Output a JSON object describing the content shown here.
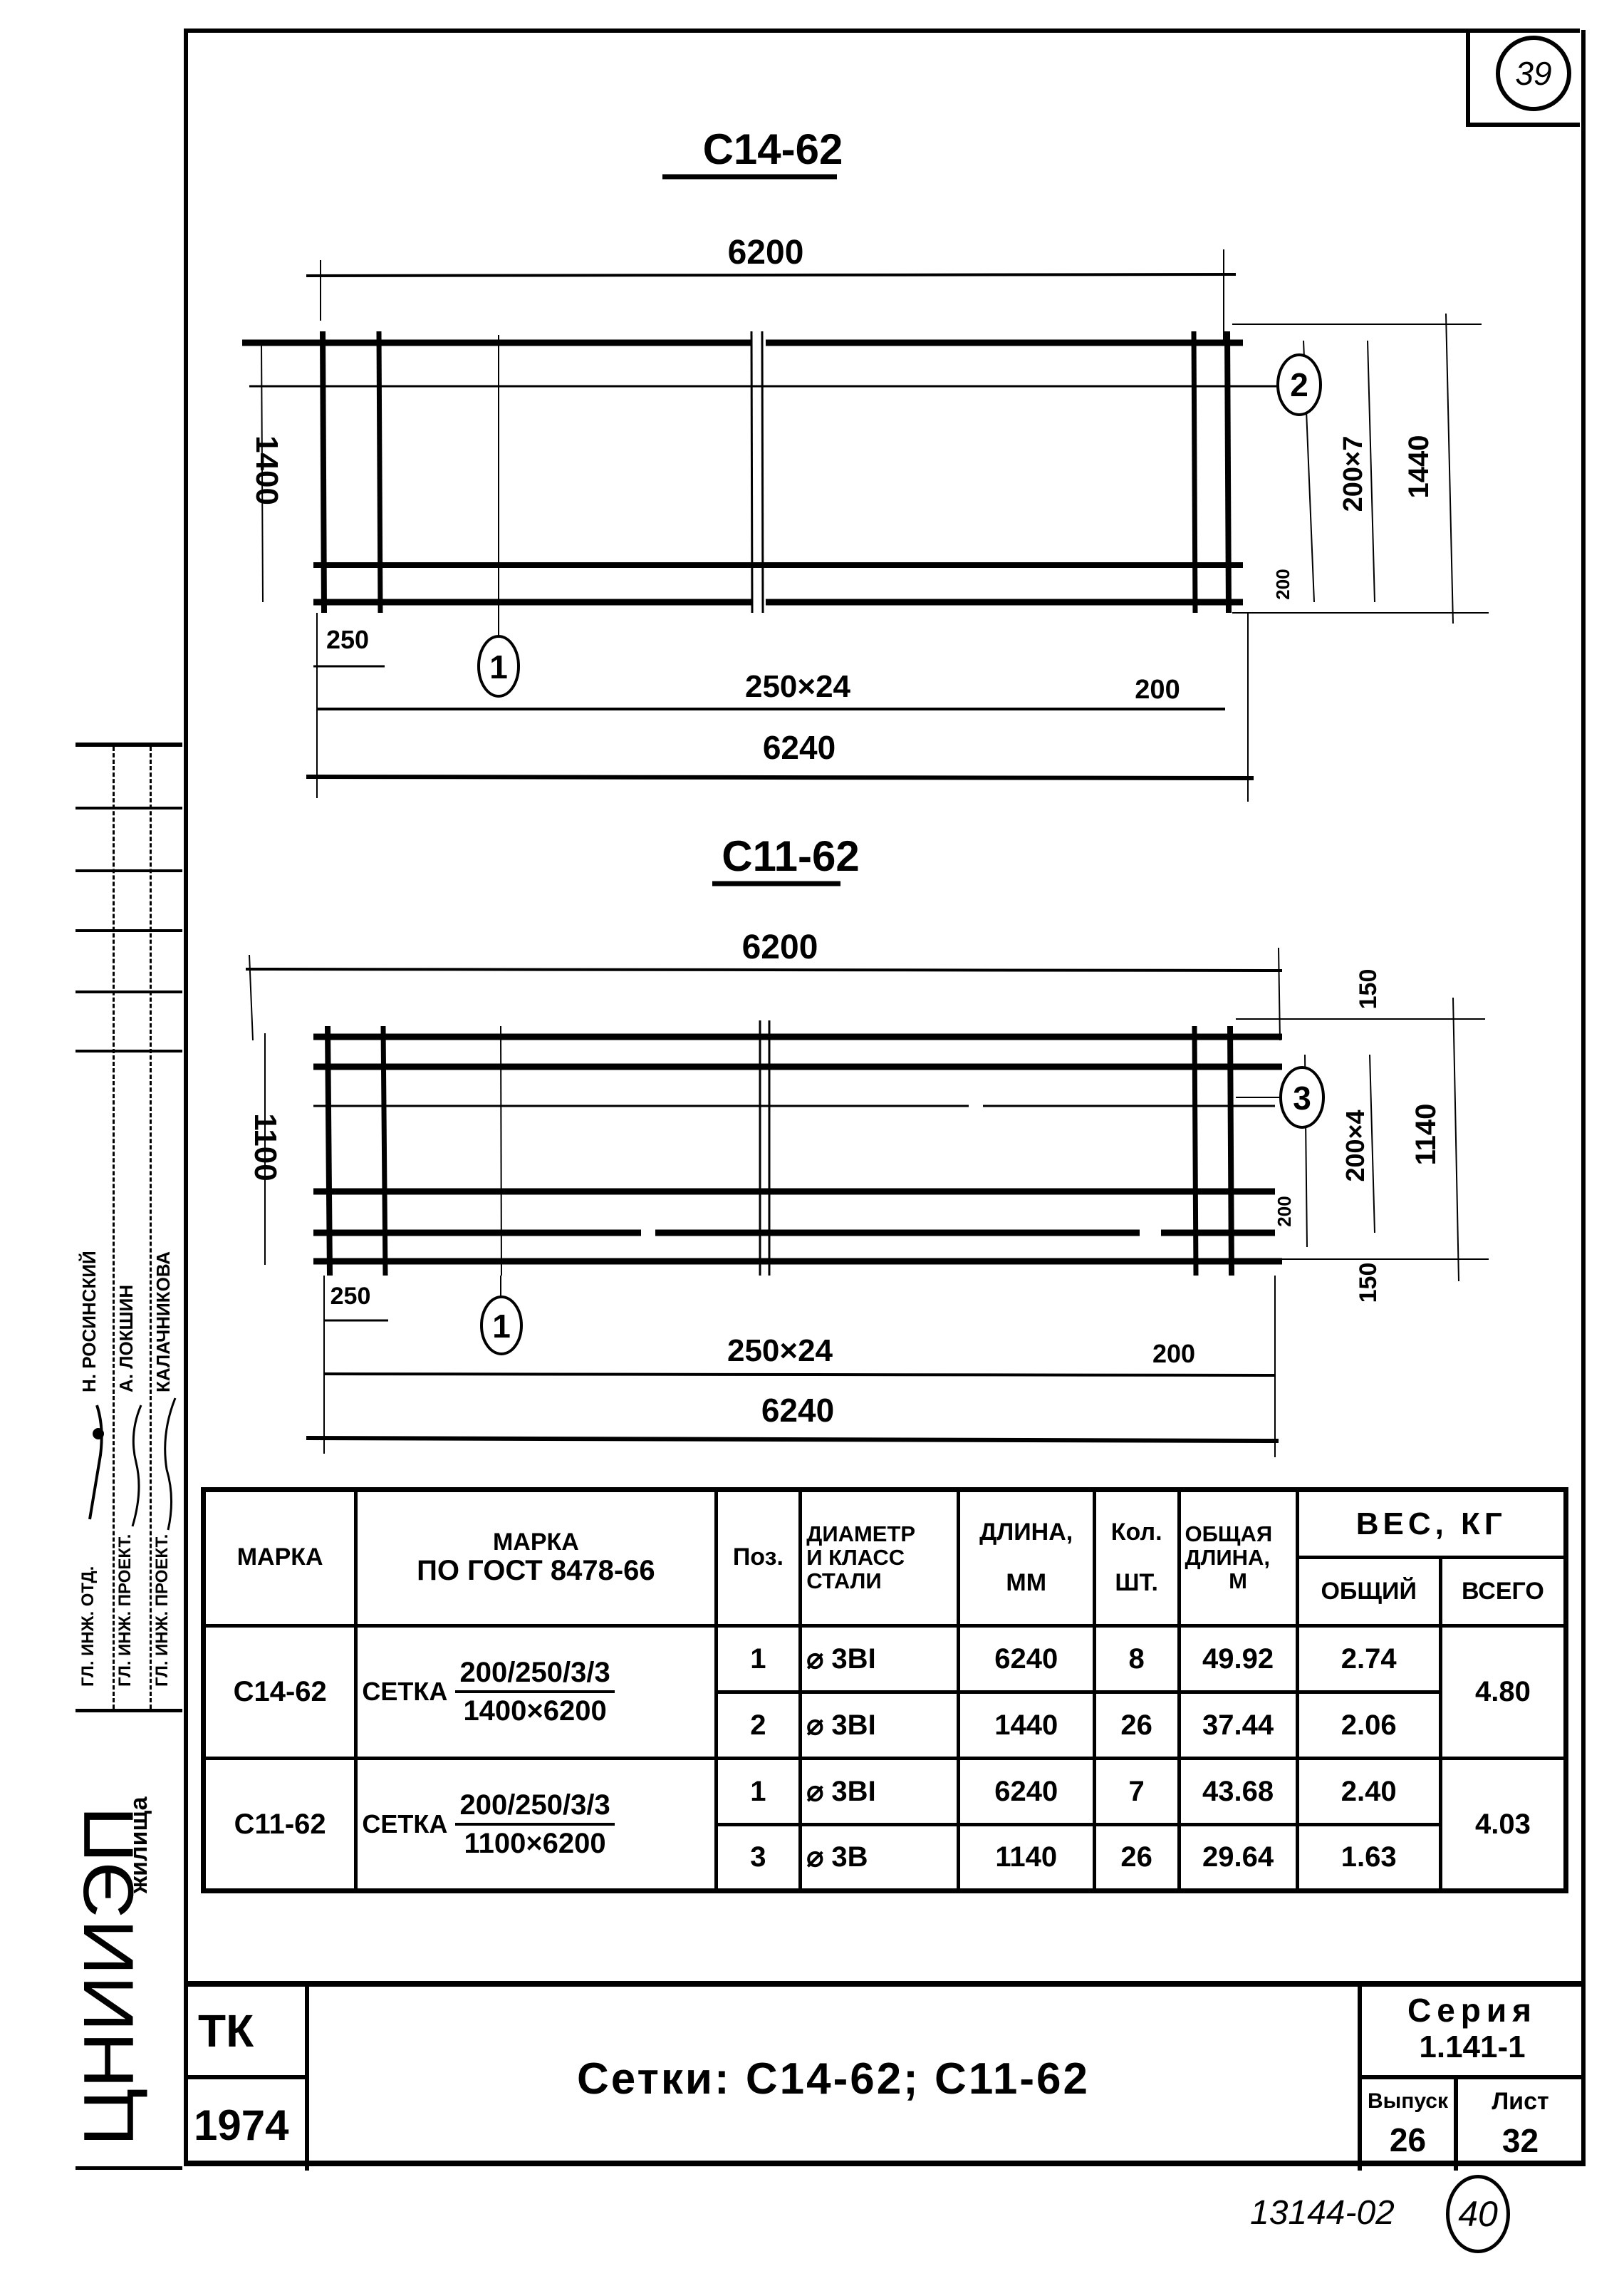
{
  "page_number_top": "39",
  "drawing_1": {
    "title": "С14-62",
    "dims": {
      "overall_length_top": "6200",
      "height_left": "1400",
      "spacing_right": "200×7",
      "height_right": "1440",
      "edge_small": "200",
      "first_bay": "250",
      "bays": "250×24",
      "last_bay": "200",
      "overall_length_bottom": "6240"
    },
    "markers": [
      "1",
      "2"
    ]
  },
  "drawing_2": {
    "title": "С11-62",
    "dims": {
      "overall_length_top": "6200",
      "height_left": "1100",
      "edge_top": "150",
      "spacing_right": "200×4",
      "height_right": "1140",
      "edge_small": "200",
      "edge_bottom": "150",
      "first_bay": "250",
      "bays": "250×24",
      "last_bay": "200",
      "overall_length_bottom": "6240"
    },
    "markers": [
      "1",
      "3"
    ]
  },
  "spec_table": {
    "headers": {
      "mark": "МАРКА",
      "mark_gost_line1": "МАРКА",
      "mark_gost_line2": "ПО ГОСТ 8478-66",
      "pos": "Поз.",
      "diameter_line1": "ДИАМЕТР",
      "diameter_line2": "И КЛАСС",
      "diameter_line3": "СТАЛИ",
      "length_line1": "ДЛИНА,",
      "length_line2": "ММ",
      "qty_line1": "Кол.",
      "qty_line2": "ШТ.",
      "total_length_line1": "ОБЩАЯ",
      "total_length_line2": "ДЛИНА,",
      "total_length_line3": "М",
      "weight": "ВЕС, КГ",
      "weight_total": "ОБЩИЙ",
      "weight_all": "ВСЕГО"
    },
    "groups": [
      {
        "mark": "С14-62",
        "gost_prefix": "СЕТКА",
        "gost_num": "200/250/3/3",
        "gost_den": "1400×6200",
        "weight_all": "4.80",
        "rows": [
          {
            "pos": "1",
            "diameter": "⌀ 3ВI",
            "length": "6240",
            "qty": "8",
            "total_length": "49.92",
            "weight_total": "2.74"
          },
          {
            "pos": "2",
            "diameter": "⌀ 3ВI",
            "length": "1440",
            "qty": "26",
            "total_length": "37.44",
            "weight_total": "2.06"
          }
        ]
      },
      {
        "mark": "С11-62",
        "gost_prefix": "СЕТКА",
        "gost_num": "200/250/3/3",
        "gost_den": "1100×6200",
        "weight_all": "4.03",
        "rows": [
          {
            "pos": "1",
            "diameter": "⌀ 3ВI",
            "length": "6240",
            "qty": "7",
            "total_length": "43.68",
            "weight_total": "2.40"
          },
          {
            "pos": "3",
            "diameter": "⌀ 3В",
            "length": "1140",
            "qty": "26",
            "total_length": "29.64",
            "weight_total": "1.63"
          }
        ]
      }
    ]
  },
  "title_block": {
    "code": "ТК",
    "year": "1974",
    "title": "Сетки: С14-62; С11-62",
    "series_label": "Серия",
    "series_value": "1.141-1",
    "issue_label": "Выпуск",
    "issue_value": "26",
    "sheet_label": "Лист",
    "sheet_value": "32"
  },
  "side_stamp": {
    "org": "ЦНИИЭП",
    "org_suffix": "жилища",
    "roles": [
      "ГЛ. ИНЖ. ОТД.",
      "ГЛ. ИНЖ. ПРОЕКТ.",
      "ГЛ. ИНЖ. ПРОЕКТ."
    ],
    "names": [
      "Н. РОСИНСКИЙ",
      "А. ЛОКШИН",
      "КАЛАЧНИКОВА"
    ]
  },
  "footer": {
    "inventory_number": "13144-02",
    "page_number_bottom": "40"
  }
}
